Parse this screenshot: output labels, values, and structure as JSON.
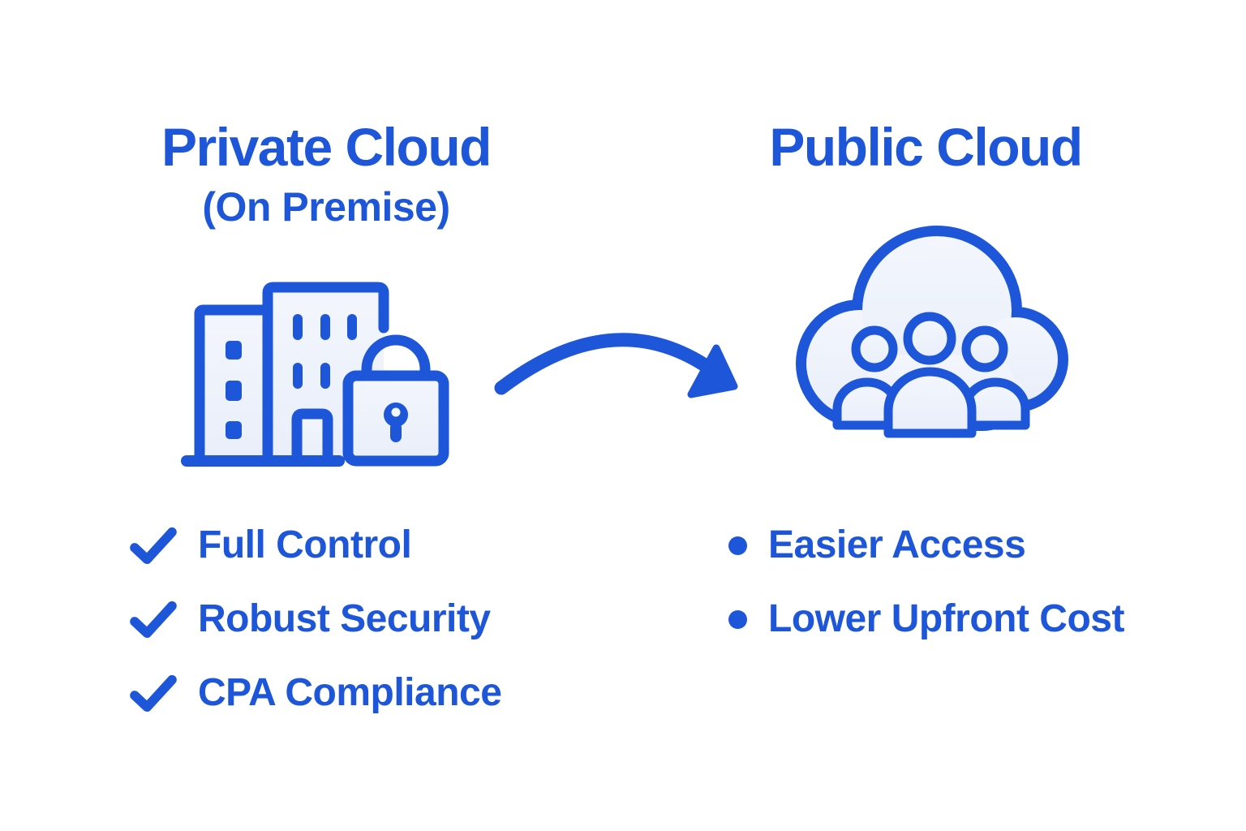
{
  "diagram": {
    "background": "#ffffff",
    "accent_blue": "#1d56d8",
    "icon_fill_light": "#eef3fb",
    "left_panel": {
      "title": "Private Cloud",
      "subtitle": "(On Premise)",
      "icon": "building-with-padlock",
      "features": [
        {
          "marker": "checkmark",
          "label": "Full Control"
        },
        {
          "marker": "checkmark",
          "label": "Robust Security"
        },
        {
          "marker": "checkmark",
          "label": "CPA Compliance"
        }
      ]
    },
    "right_panel": {
      "title": "Public Cloud",
      "icon": "cloud-with-user-group",
      "features": [
        {
          "marker": "bullet",
          "label": "Easier Access"
        },
        {
          "marker": "bullet",
          "label": "Lower Upfront Cost"
        }
      ]
    },
    "connector": {
      "icon": "curved-arrow",
      "direction": "left-to-right"
    }
  }
}
